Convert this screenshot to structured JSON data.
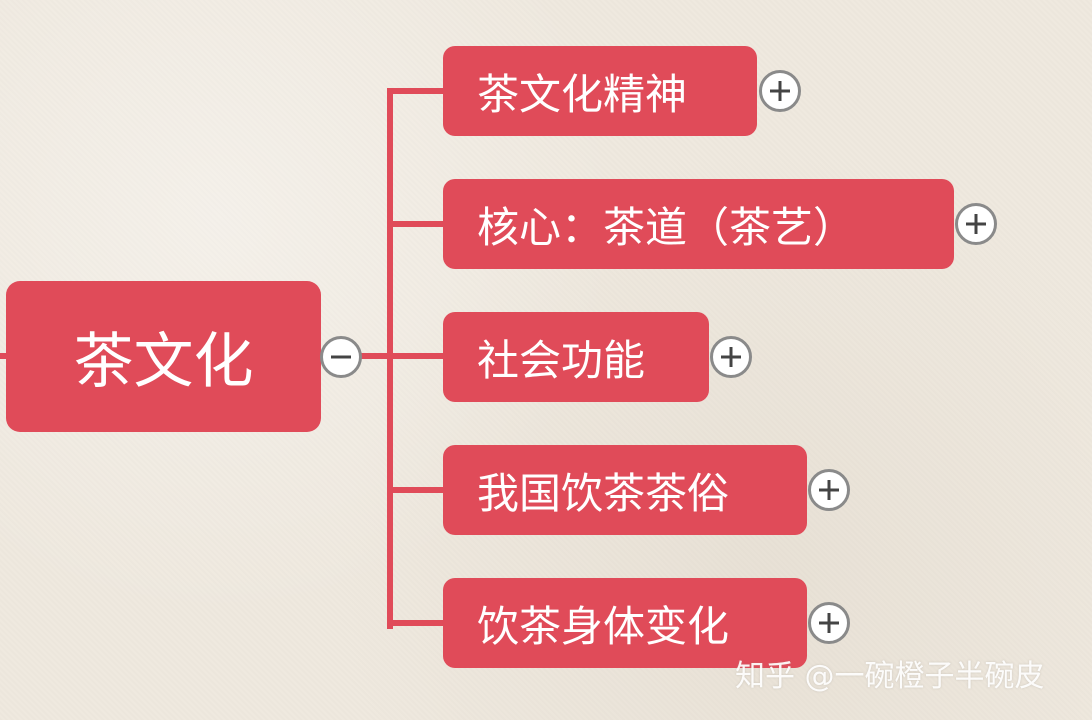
{
  "mindmap": {
    "root": {
      "label": "茶文化",
      "toggle_icon": "minus-circle-icon"
    },
    "children": [
      {
        "label": "茶文化精神",
        "toggle_icon": "plus-circle-icon"
      },
      {
        "label": "核心：茶道（茶艺）",
        "toggle_icon": "plus-circle-icon"
      },
      {
        "label": "社会功能",
        "toggle_icon": "plus-circle-icon"
      },
      {
        "label": "我国饮茶茶俗",
        "toggle_icon": "plus-circle-icon"
      },
      {
        "label": "饮茶身体变化",
        "toggle_icon": "plus-circle-icon"
      }
    ],
    "colors": {
      "node": "#e04b59",
      "text": "#ffffff",
      "toggle_border": "#8a8a8a",
      "background": "#efe9df"
    }
  },
  "watermark": {
    "text": "知乎 @一碗橙子半碗皮"
  }
}
